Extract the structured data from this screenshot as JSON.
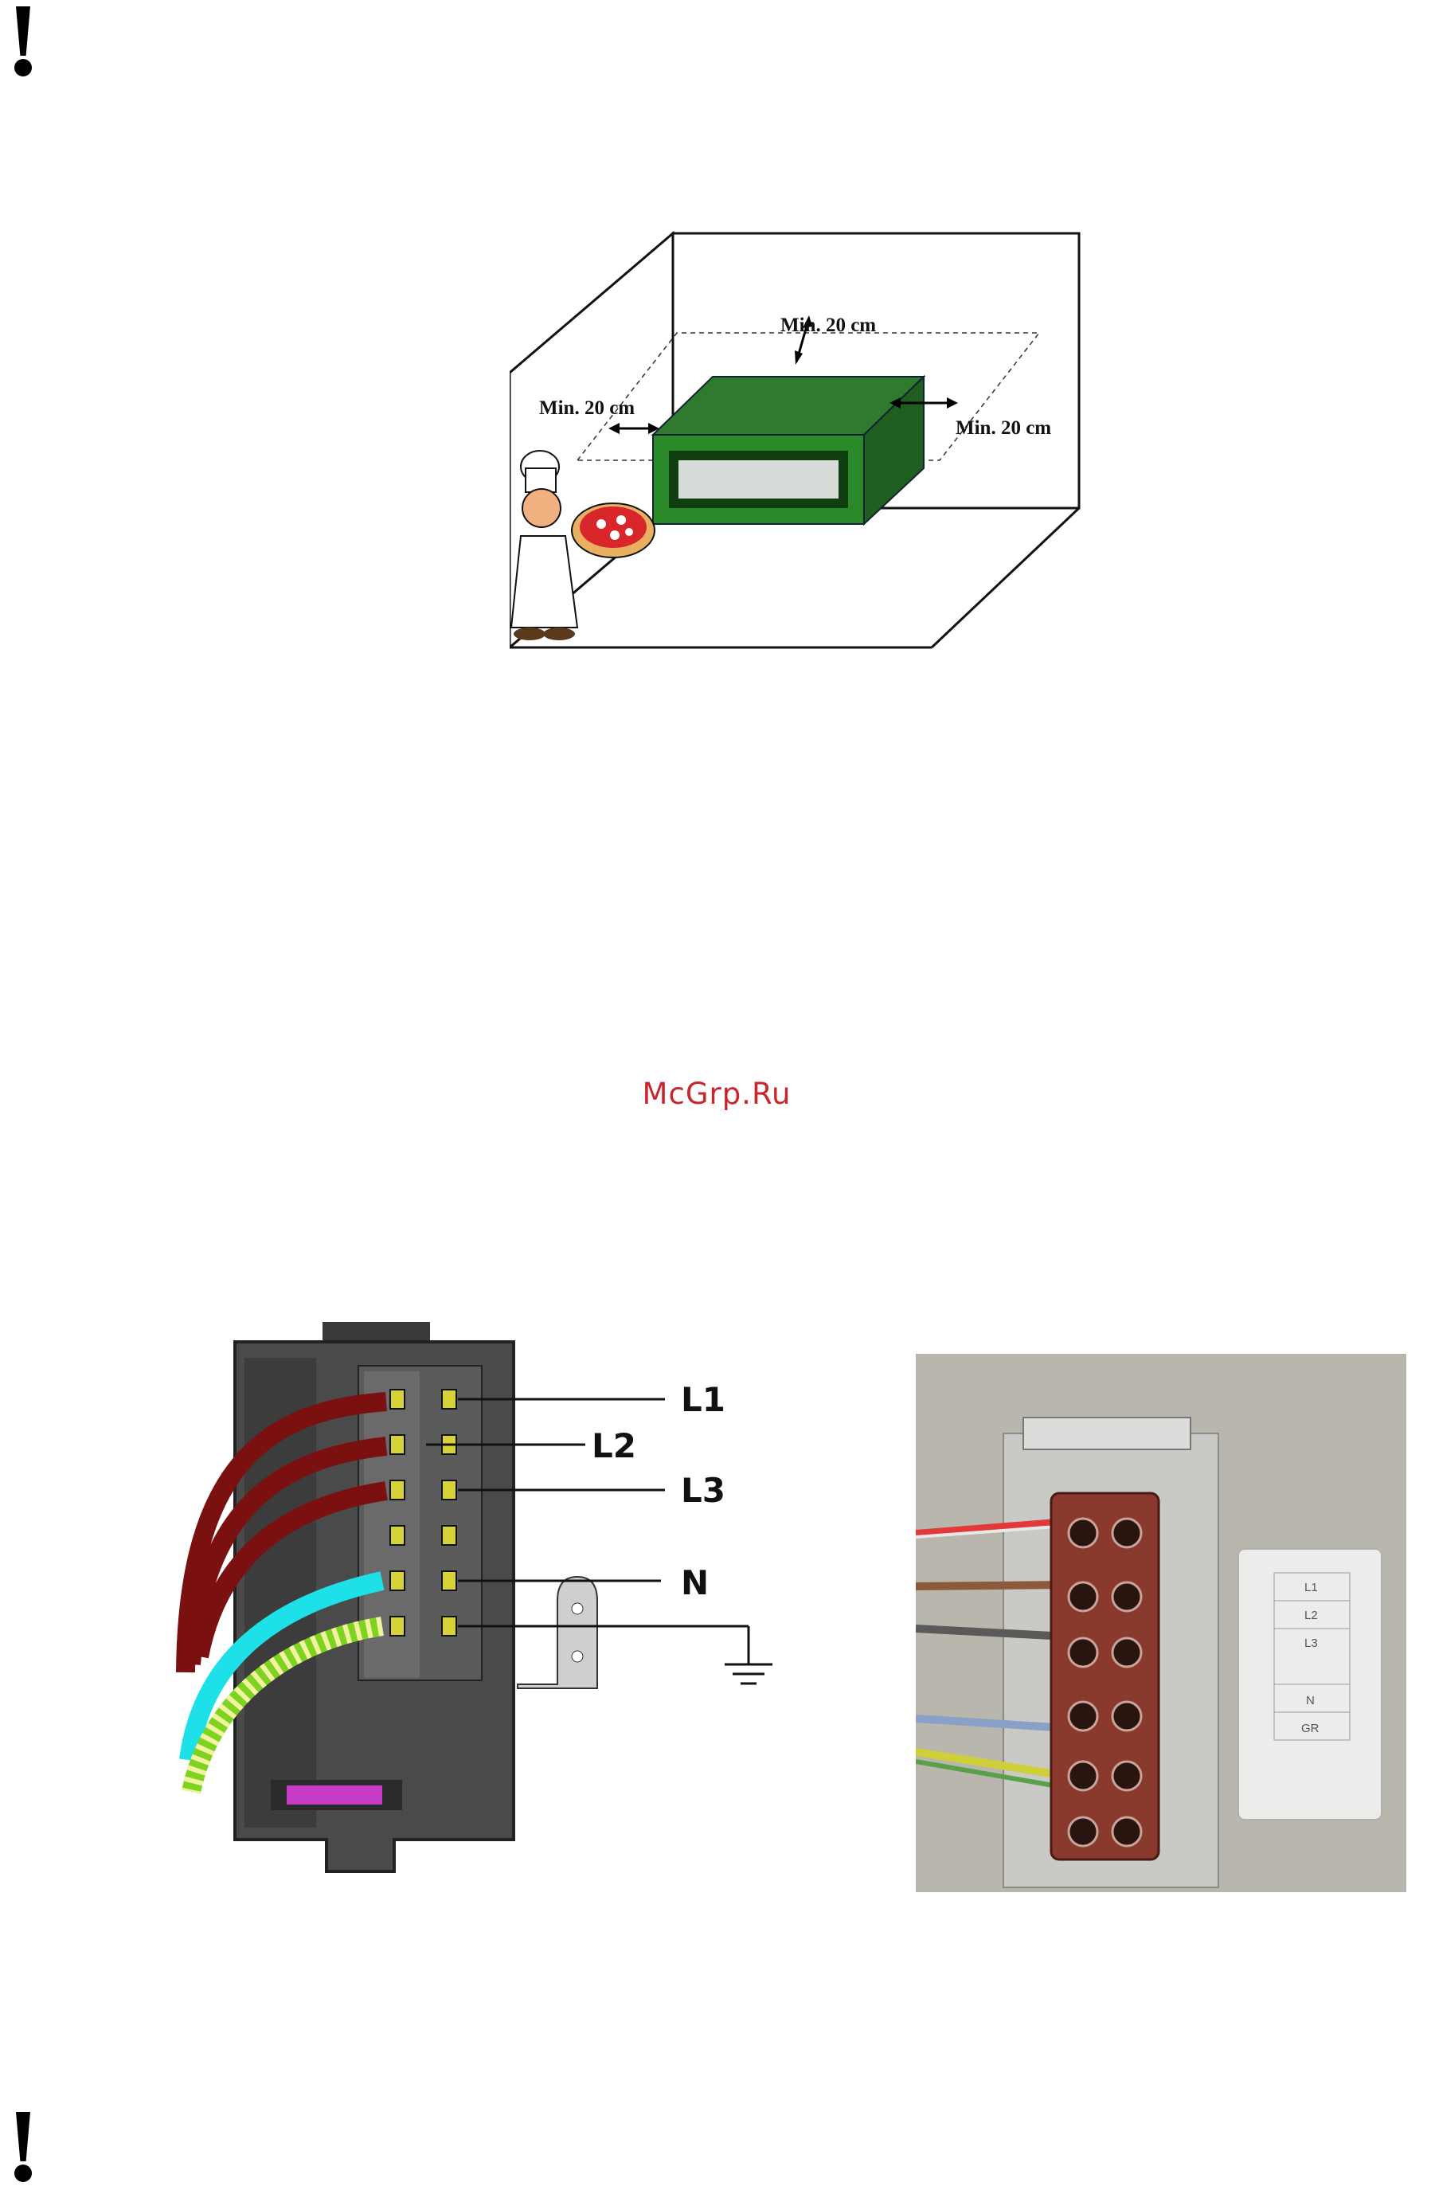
{
  "watermark": "McGrp.Ru",
  "clearance_figure": {
    "labels": {
      "back": "Min. 20 cm",
      "left": "Min. 20 cm",
      "right": "Min. 20 cm"
    }
  },
  "terminal_diagram": {
    "labels": {
      "l1": "L1",
      "l2": "L2",
      "l3": "L3",
      "n": "N"
    },
    "wire_colors": {
      "phase": "#7a1010",
      "neutral": "#1ee0e8",
      "earth": "#7ed321"
    }
  },
  "terminal_photo": {
    "sticker_labels": [
      "L1",
      "L2",
      "L3",
      "N",
      "GR"
    ]
  },
  "icons": {
    "warning": "exclamation-icon"
  }
}
